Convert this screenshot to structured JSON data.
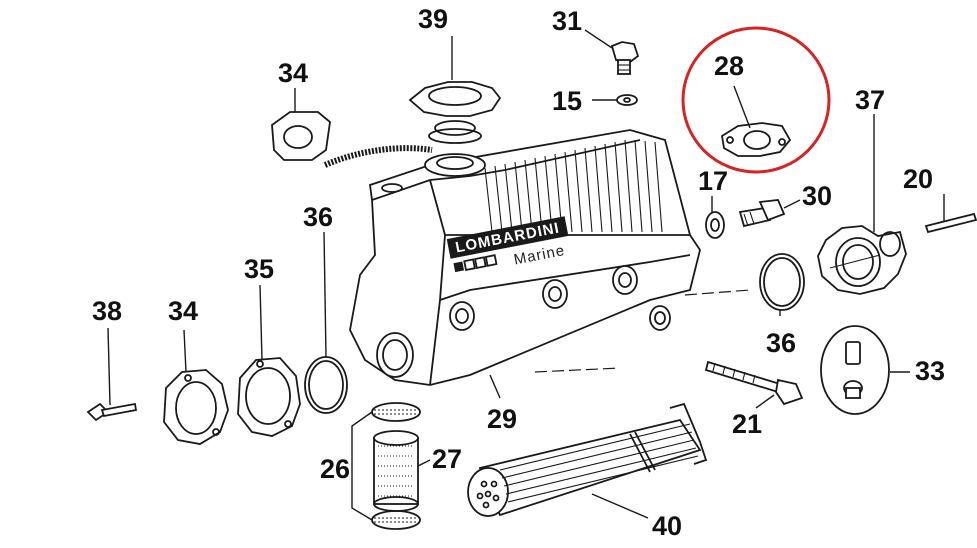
{
  "brand": {
    "name": "LOMBARDINI",
    "sub": "Marine"
  },
  "highlight_color": "#d42424",
  "callouts": {
    "c39": "39",
    "c31": "31",
    "c34a": "34",
    "c15": "15",
    "c28": "28",
    "c37": "37",
    "c17": "17",
    "c30": "30",
    "c20": "20",
    "c36a": "36",
    "c35": "35",
    "c38": "38",
    "c34b": "34",
    "c36b": "36",
    "c33": "33",
    "c29": "29",
    "c21": "21",
    "c26": "26",
    "c27": "27",
    "c40": "40"
  }
}
